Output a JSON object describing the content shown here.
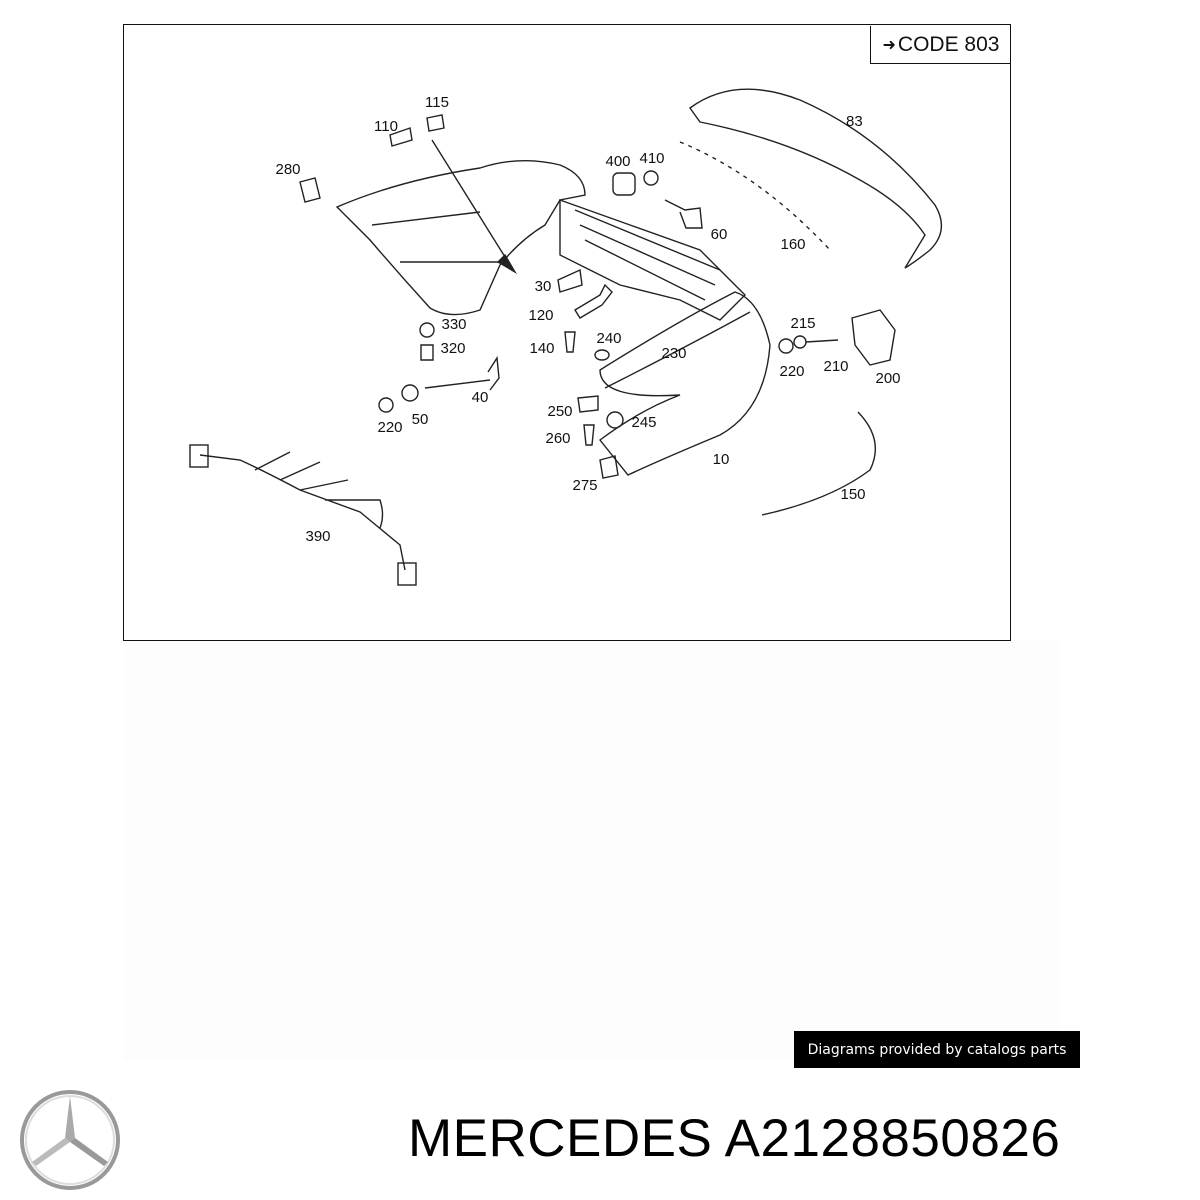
{
  "diagram": {
    "code_label": "CODE 803",
    "part_labels": [
      {
        "id": "l83",
        "text": "83"
      },
      {
        "id": "l115",
        "text": "115"
      },
      {
        "id": "l110",
        "text": "110"
      },
      {
        "id": "l280",
        "text": "280"
      },
      {
        "id": "l400",
        "text": "400"
      },
      {
        "id": "l410",
        "text": "410"
      },
      {
        "id": "l60",
        "text": "60"
      },
      {
        "id": "l160",
        "text": "160"
      },
      {
        "id": "l30",
        "text": "30"
      },
      {
        "id": "l330",
        "text": "330"
      },
      {
        "id": "l320",
        "text": "320"
      },
      {
        "id": "l120",
        "text": "120"
      },
      {
        "id": "l240",
        "text": "240"
      },
      {
        "id": "l140",
        "text": "140"
      },
      {
        "id": "l230",
        "text": "230"
      },
      {
        "id": "l215",
        "text": "215"
      },
      {
        "id": "l220a",
        "text": "220"
      },
      {
        "id": "l210",
        "text": "210"
      },
      {
        "id": "l200",
        "text": "200"
      },
      {
        "id": "l40",
        "text": "40"
      },
      {
        "id": "l220b",
        "text": "220"
      },
      {
        "id": "l50",
        "text": "50"
      },
      {
        "id": "l250",
        "text": "250"
      },
      {
        "id": "l245",
        "text": "245"
      },
      {
        "id": "l260",
        "text": "260"
      },
      {
        "id": "l10",
        "text": "10"
      },
      {
        "id": "l275",
        "text": "275"
      },
      {
        "id": "l150",
        "text": "150"
      },
      {
        "id": "l390",
        "text": "390"
      }
    ]
  },
  "credit": "Diagrams provided by catalogs parts",
  "brand_line": "MERCEDES A2128850826"
}
